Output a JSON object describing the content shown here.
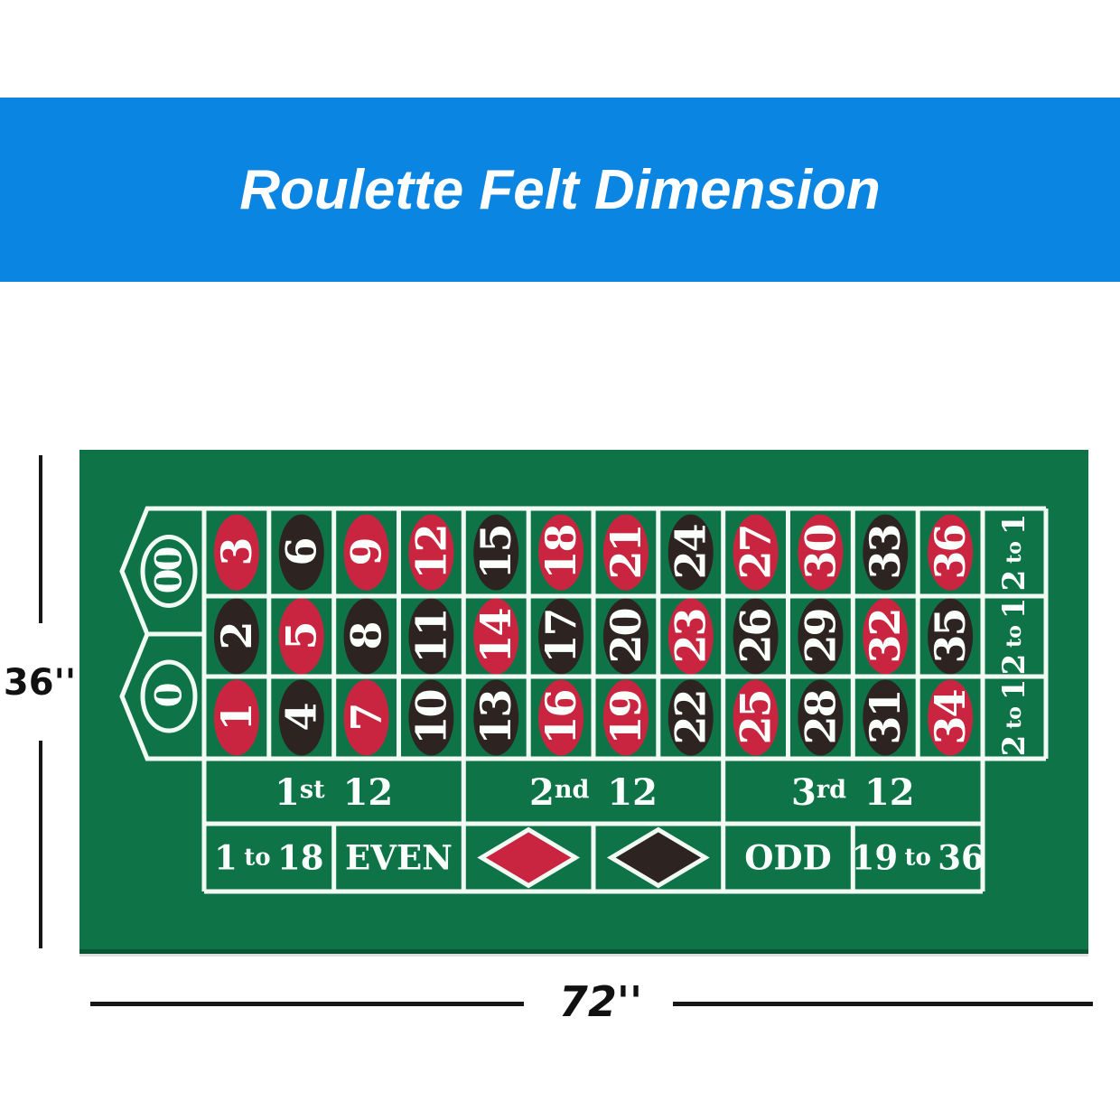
{
  "banner": {
    "title": "Roulette Felt Dimension"
  },
  "dimension_labels": {
    "height": "36''",
    "width": "72''"
  },
  "colors": {
    "banner_blue": "#0b85e2",
    "felt_green": "#0e7448",
    "felt_edge": "#0a5634",
    "line_white": "#f2faf4",
    "red": "#c92540",
    "black": "#2d2422",
    "text_white": "#fafffc",
    "dim_black": "#171717"
  },
  "zeros": [
    {
      "label": "00"
    },
    {
      "label": "0"
    }
  ],
  "number_grid": {
    "rows": [
      [
        {
          "n": "3",
          "color": "red"
        },
        {
          "n": "6",
          "color": "black"
        },
        {
          "n": "9",
          "color": "red"
        },
        {
          "n": "12",
          "color": "red"
        },
        {
          "n": "15",
          "color": "black"
        },
        {
          "n": "18",
          "color": "red"
        },
        {
          "n": "21",
          "color": "red"
        },
        {
          "n": "24",
          "color": "black"
        },
        {
          "n": "27",
          "color": "red"
        },
        {
          "n": "30",
          "color": "red"
        },
        {
          "n": "33",
          "color": "black"
        },
        {
          "n": "36",
          "color": "red"
        }
      ],
      [
        {
          "n": "2",
          "color": "black"
        },
        {
          "n": "5",
          "color": "red"
        },
        {
          "n": "8",
          "color": "black"
        },
        {
          "n": "11",
          "color": "black"
        },
        {
          "n": "14",
          "color": "red"
        },
        {
          "n": "17",
          "color": "black"
        },
        {
          "n": "20",
          "color": "black"
        },
        {
          "n": "23",
          "color": "red"
        },
        {
          "n": "26",
          "color": "black"
        },
        {
          "n": "29",
          "color": "black"
        },
        {
          "n": "32",
          "color": "red"
        },
        {
          "n": "35",
          "color": "black"
        }
      ],
      [
        {
          "n": "1",
          "color": "red"
        },
        {
          "n": "4",
          "color": "black"
        },
        {
          "n": "7",
          "color": "red"
        },
        {
          "n": "10",
          "color": "black"
        },
        {
          "n": "13",
          "color": "black"
        },
        {
          "n": "16",
          "color": "red"
        },
        {
          "n": "19",
          "color": "red"
        },
        {
          "n": "22",
          "color": "black"
        },
        {
          "n": "25",
          "color": "red"
        },
        {
          "n": "28",
          "color": "black"
        },
        {
          "n": "31",
          "color": "black"
        },
        {
          "n": "34",
          "color": "red"
        }
      ]
    ]
  },
  "column_bets": [
    {
      "label": "2 to 1"
    },
    {
      "label": "2 to 1"
    },
    {
      "label": "2 to 1"
    }
  ],
  "dozen_bets": [
    {
      "ordinal": "1",
      "suffix": "st",
      "twelve": "12"
    },
    {
      "ordinal": "2",
      "suffix": "nd",
      "twelve": "12"
    },
    {
      "ordinal": "3",
      "suffix": "rd",
      "twelve": "12"
    }
  ],
  "outside_bets": [
    {
      "kind": "label",
      "label": "1 to 18"
    },
    {
      "kind": "label",
      "label": "EVEN"
    },
    {
      "kind": "diamond",
      "color": "red"
    },
    {
      "kind": "diamond",
      "color": "black"
    },
    {
      "kind": "label",
      "label": "ODD"
    },
    {
      "kind": "label",
      "label": "19 to 36"
    }
  ]
}
